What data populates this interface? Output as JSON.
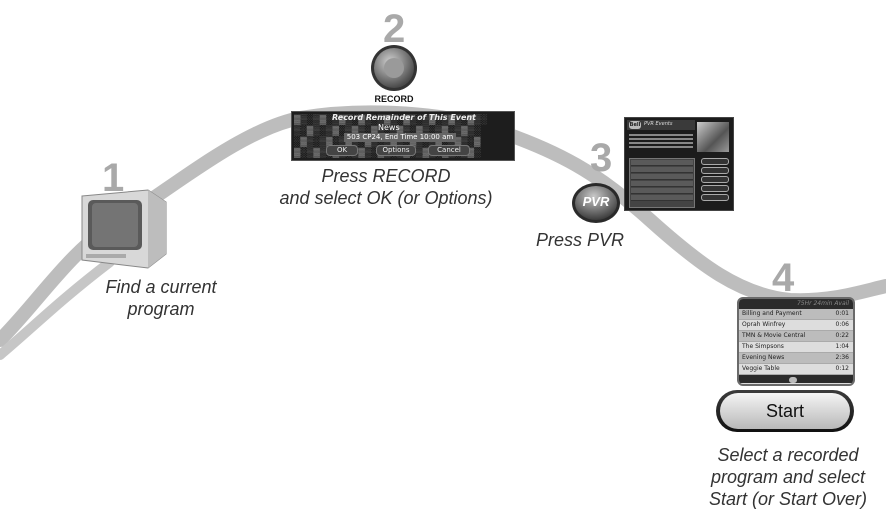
{
  "steps": [
    {
      "number": "1",
      "caption": [
        "Find a current",
        "program"
      ]
    },
    {
      "number": "2",
      "button_label": "RECORD",
      "caption": [
        "Press RECORD",
        "and select OK (or Options)"
      ]
    },
    {
      "number": "3",
      "button_label": "PVR",
      "caption": [
        "Press PVR"
      ]
    },
    {
      "number": "4",
      "caption": [
        "Select a recorded",
        "program and select",
        "Start (or Start Over)"
      ]
    }
  ],
  "record_dialog": {
    "title": "Record Remainder of This Event",
    "channel": "News",
    "time_line": "503 CP24, End Time 10:00 am",
    "ok_label": "OK",
    "options_label": "Options",
    "cancel_label": "Cancel"
  },
  "pvr_screen": {
    "header": "PVR Events",
    "logo": "Bell"
  },
  "recorded_list": {
    "header": "75Hr 24min Avail",
    "items": [
      {
        "title": "Billing and Payment",
        "duration": "0:01"
      },
      {
        "title": "Oprah Winfrey",
        "duration": "0:06"
      },
      {
        "title": "TMN & Movie Central",
        "duration": "0:22"
      },
      {
        "title": "The Simpsons",
        "duration": "1:04"
      },
      {
        "title": "Evening News",
        "duration": "2:36"
      },
      {
        "title": "Veggie Table",
        "duration": "0:12"
      }
    ]
  },
  "start_button": {
    "label": "Start"
  }
}
